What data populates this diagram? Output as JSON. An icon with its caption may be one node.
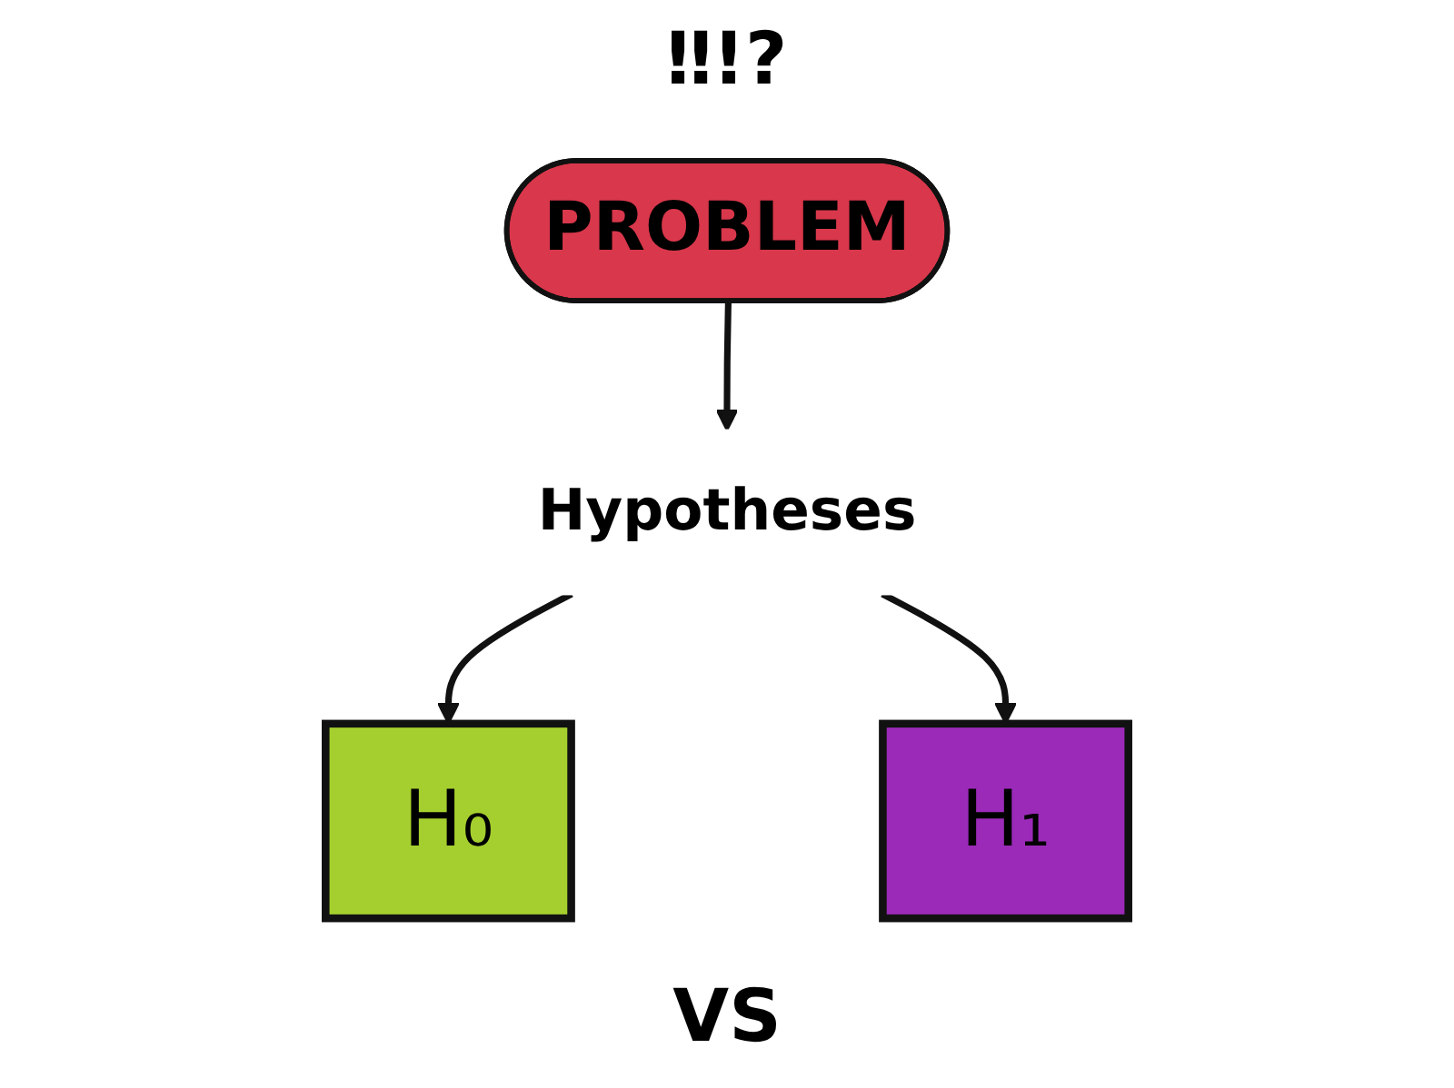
{
  "diagram": {
    "nodes": [
      {
        "text": [
          "PROBLEM"
        ]
      },
      {
        "text": [
          "Hypotheses"
        ]
      },
      {
        "text": [
          "H₀"
        ]
      },
      {
        "text": [
          "H₁"
        ]
      }
    ],
    "edges": [
      {
        "from": 0,
        "to": 1,
        "arrow": "to"
      },
      {
        "from": 1,
        "to": 2,
        "arrow": "to"
      },
      {
        "from": 1,
        "to": 3,
        "arrow": "to"
      }
    ],
    "labels": [
      "‼!?",
      "VS"
    ]
  }
}
